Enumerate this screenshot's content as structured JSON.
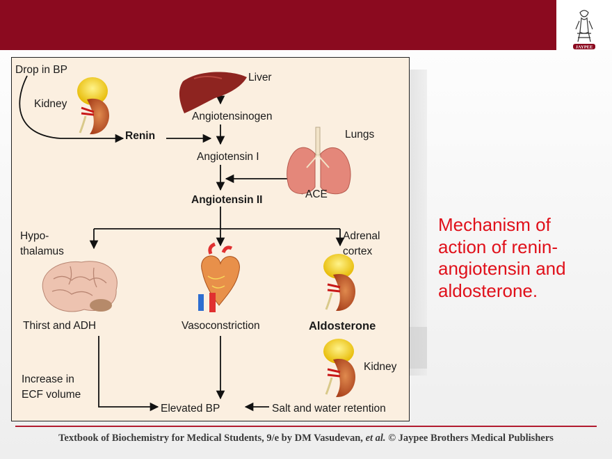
{
  "header": {
    "logo_text": "JAYPEE"
  },
  "diagram": {
    "drop_in_bp": "Drop in BP",
    "kidney_top": "Kidney",
    "renin": "Renin",
    "liver": "Liver",
    "angiotensinogen": "Angiotensinogen",
    "lungs": "Lungs",
    "angiotensin_1": "Angiotensin I",
    "ace": "ACE",
    "angiotensin_2": "Angiotensin II",
    "hypothalamus_line1": "Hypo-",
    "hypothalamus_line2": "thalamus",
    "adrenal_line1": "Adrenal",
    "adrenal_line2": "cortex",
    "thirst_adh": "Thirst and ADH",
    "vasoconstriction": "Vasoconstriction",
    "aldosterone": "Aldosterone",
    "kidney_bottom": "Kidney",
    "ecf_line1": "Increase in",
    "ecf_line2": "ECF volume",
    "elevated_bp": "Elevated BP",
    "salt_water": "Salt and water retention"
  },
  "caption": {
    "line1": "Mechanism of",
    "line2": "action of renin-",
    "line3": "angiotensin and",
    "line4": "aldosterone."
  },
  "footer": {
    "text_main": "Textbook of Biochemistry for Medical Students, 9/e by DM Vasudevan, ",
    "text_italic": "et al.",
    "text_end": " © Jaypee Brothers Medical Publishers"
  },
  "colors": {
    "header_bar": "#8b0a1f",
    "caption_text": "#e0101a",
    "diagram_bg": "#fbefe0"
  }
}
